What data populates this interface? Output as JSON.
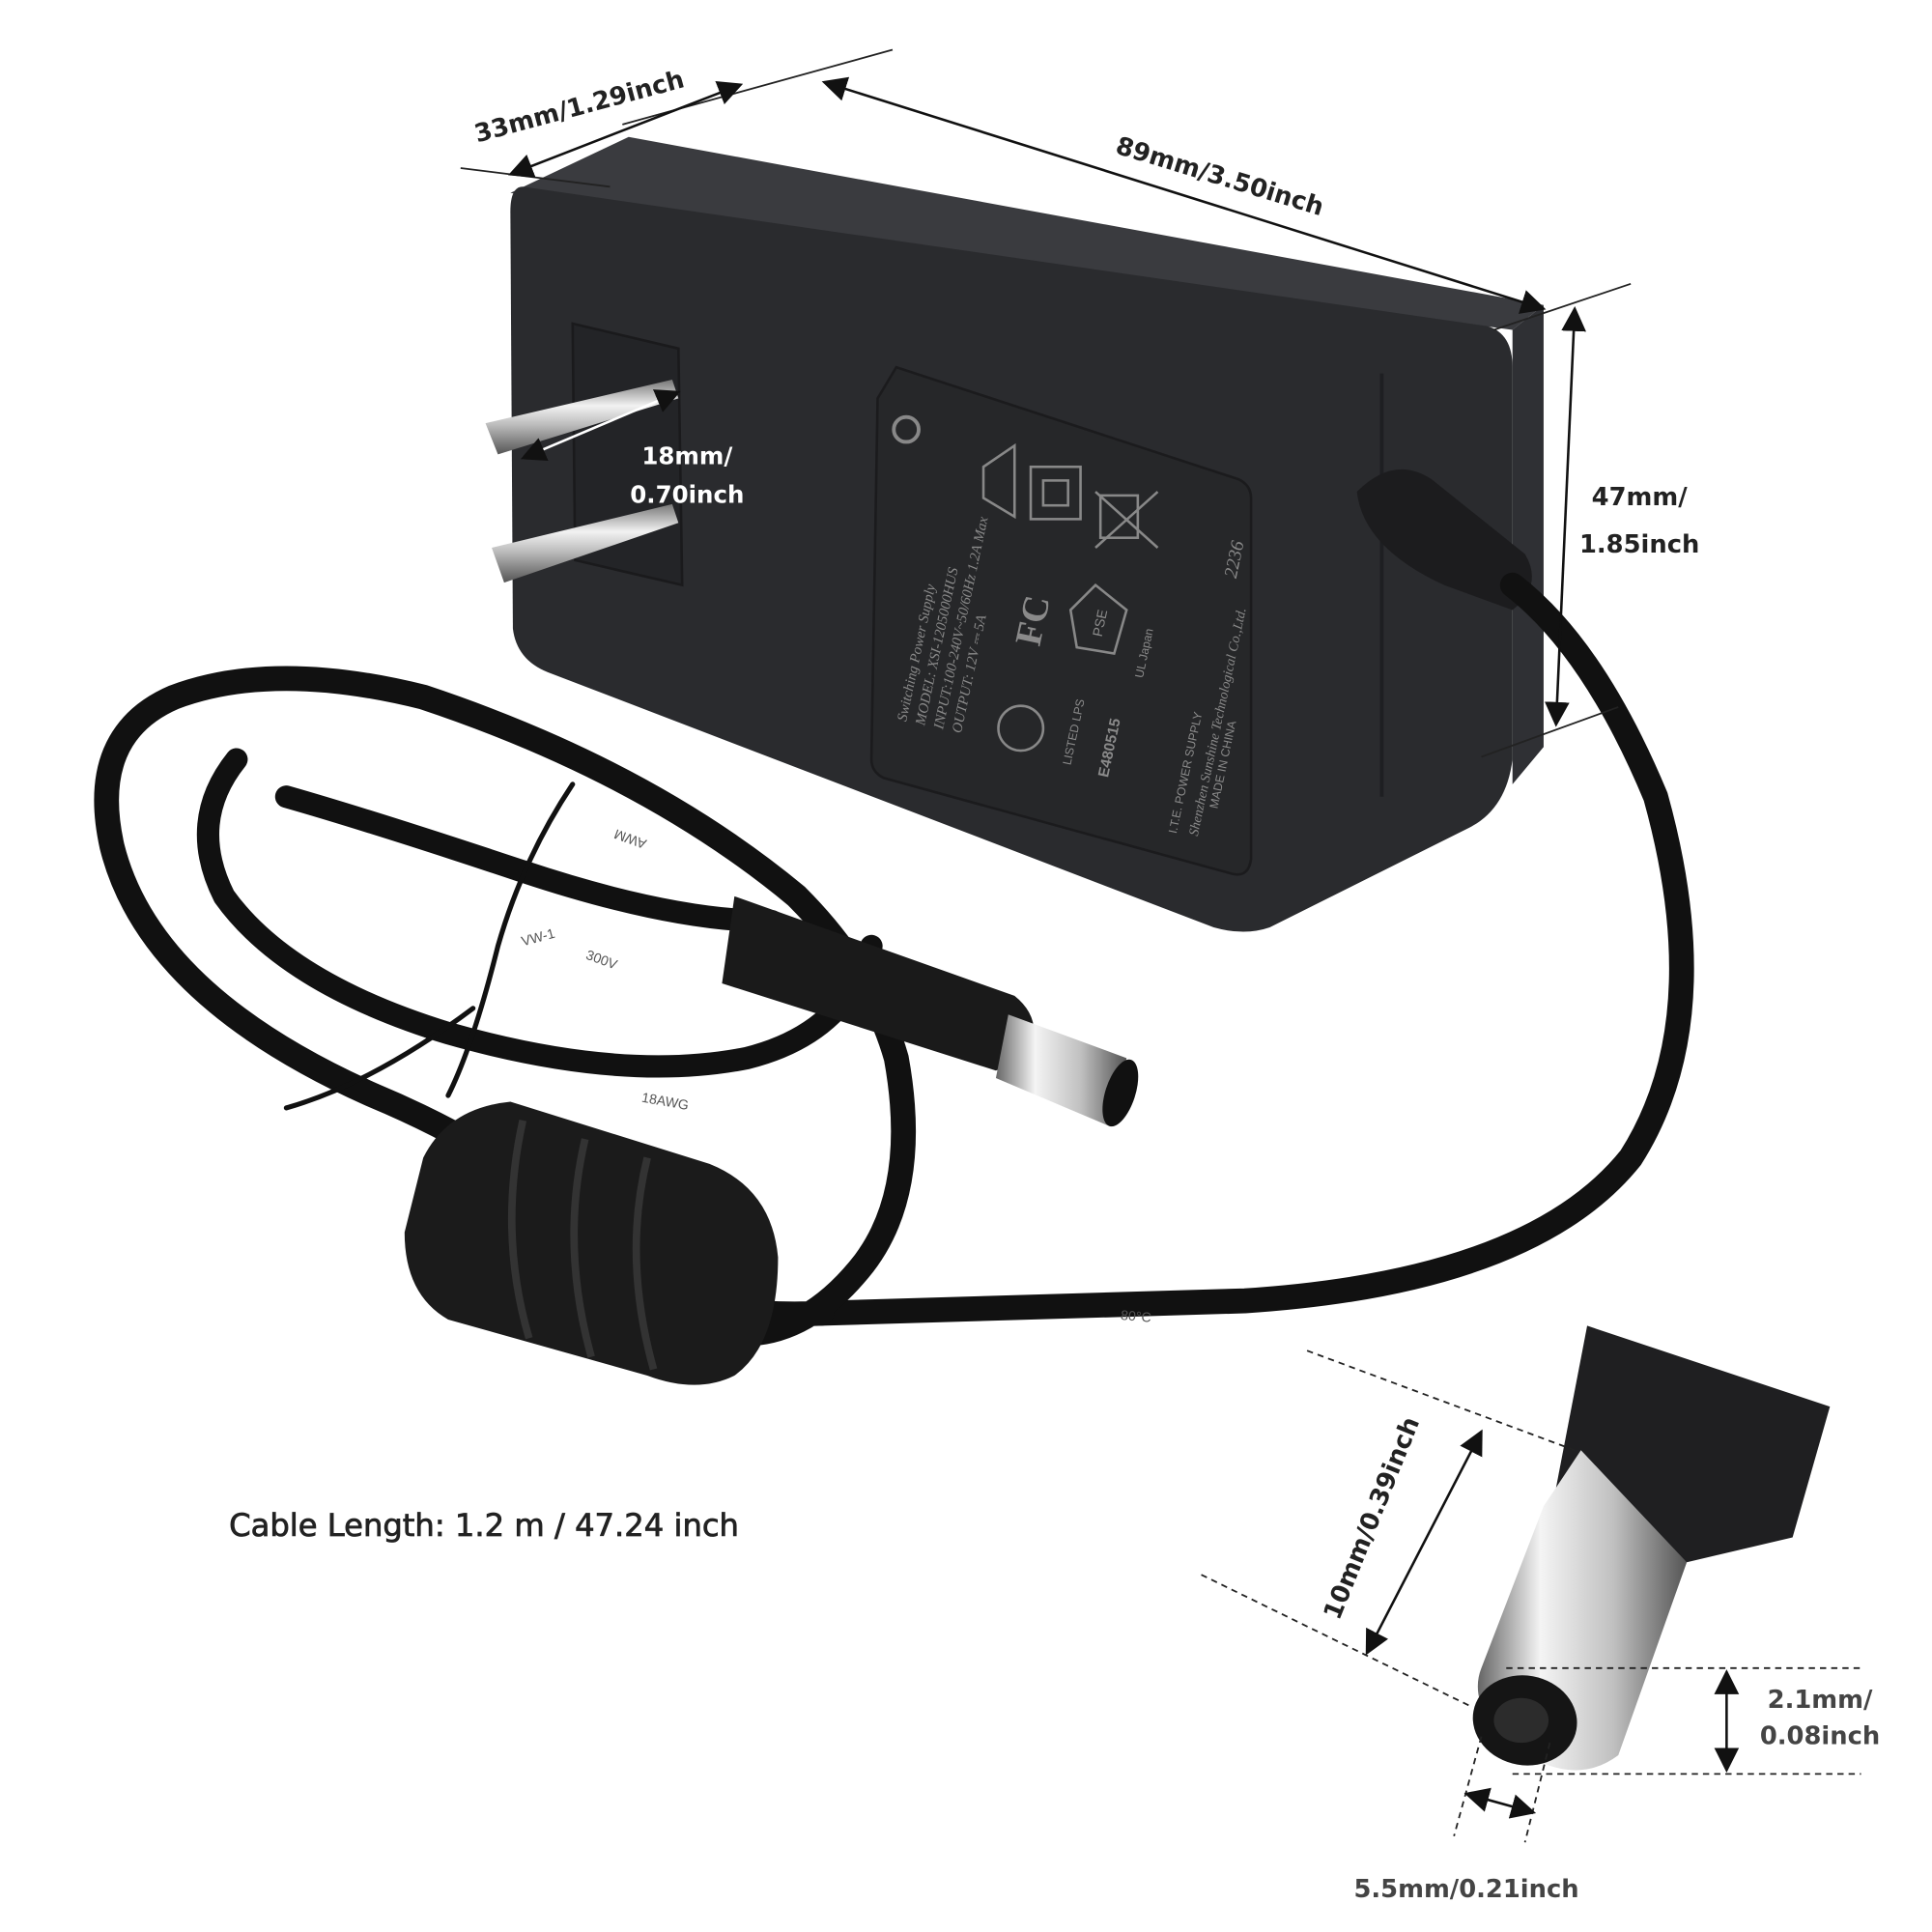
{
  "dimensions": {
    "depth": "33mm/1.29inch",
    "length": "89mm/3.50inch",
    "prong_line1": "18mm/",
    "prong_line2": "0.70inch",
    "height_line1": "47mm/",
    "height_line2": "1.85inch",
    "cable_length": "Cable Length: 1.2 m / 47.24 inch",
    "plug_length": "10mm/0.39inch",
    "inner_line1": "2.1mm/",
    "inner_line2": "0.08inch",
    "outer_diameter": "5.5mm/0.21inch"
  },
  "product_label": {
    "title": "Switching Power Supply",
    "model": "MODEL: XSI-1205000HUS",
    "input": "INPUT:100-240V~50/60Hz 1.2A Max",
    "output": "OUTPUT: 12V ⎓ 5A",
    "fcc": "FC",
    "listed": "LISTED  LPS",
    "file_no": "E480515",
    "pse": "PSE",
    "ul_japan": "UL Japan",
    "ite": "I.T.E. POWER SUPPLY",
    "manufacturer": "Shenzhen Sunshine Technological Co.,Ltd.",
    "origin": "MADE IN CHINA",
    "date_code": "2236"
  },
  "cable_print": [
    "AWM",
    "VW-1",
    "300V",
    "80°C",
    "18AWG"
  ],
  "colors": {
    "body": "#2a2b2e",
    "cable": "#111111",
    "metal": "#c8c8c8",
    "text": "#222222"
  }
}
